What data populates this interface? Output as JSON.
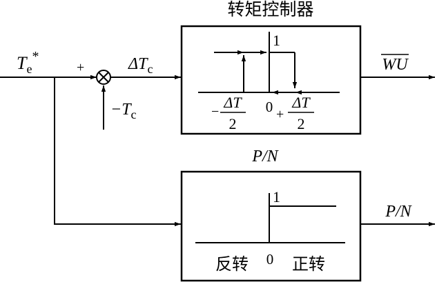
{
  "torque_controller": {
    "title": "转矩控制器",
    "level_high": "1",
    "zero": "0",
    "minus_sign": "−",
    "plus_sign": "+",
    "delta_t": "ΔT",
    "two": "2"
  },
  "input": {
    "symbol": "T",
    "subscript": "e",
    "superscript": "*"
  },
  "summing_junction": {
    "plus_sign": "+",
    "feedback": "−T",
    "feedback_subscript": "c"
  },
  "error_signal": {
    "symbol": "ΔT",
    "subscript": "c"
  },
  "output_wu": {
    "label": "WU"
  },
  "direction_block": {
    "title": "P/N",
    "level_high": "1",
    "zero": "0",
    "reverse": "反转",
    "forward": "正转"
  },
  "output_pn": {
    "label": "P/N"
  }
}
